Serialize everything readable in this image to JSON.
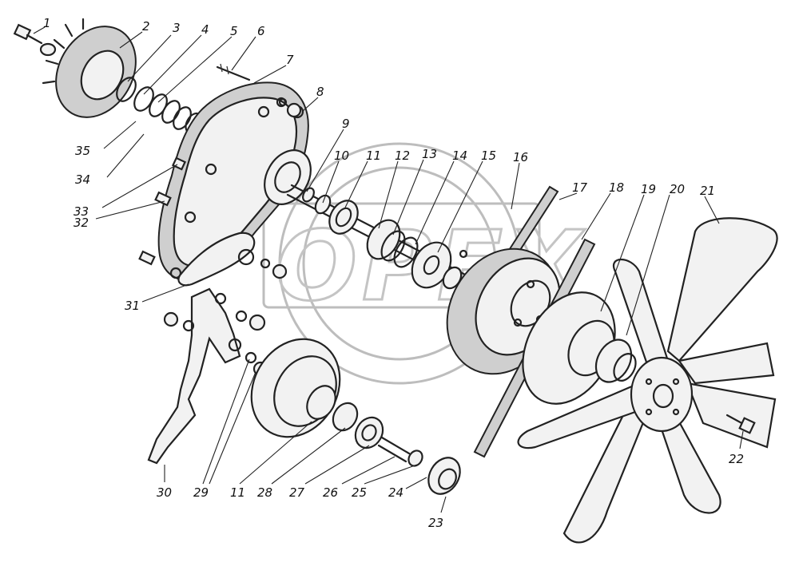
{
  "watermark": {
    "text": "OPEX"
  },
  "callouts": [
    {
      "id": "c1",
      "text": "1"
    },
    {
      "id": "c2",
      "text": "2"
    },
    {
      "id": "c3",
      "text": "3"
    },
    {
      "id": "c4",
      "text": "4"
    },
    {
      "id": "c5",
      "text": "5"
    },
    {
      "id": "c6",
      "text": "6"
    },
    {
      "id": "c7",
      "text": "7"
    },
    {
      "id": "c8",
      "text": "8"
    },
    {
      "id": "c9",
      "text": "9"
    },
    {
      "id": "c10",
      "text": "10"
    },
    {
      "id": "c11a",
      "text": "11"
    },
    {
      "id": "c12",
      "text": "12"
    },
    {
      "id": "c13",
      "text": "13"
    },
    {
      "id": "c14",
      "text": "14"
    },
    {
      "id": "c15",
      "text": "15"
    },
    {
      "id": "c16",
      "text": "16"
    },
    {
      "id": "c17",
      "text": "17"
    },
    {
      "id": "c18",
      "text": "18"
    },
    {
      "id": "c19",
      "text": "19"
    },
    {
      "id": "c20",
      "text": "20"
    },
    {
      "id": "c21",
      "text": "21"
    },
    {
      "id": "c22",
      "text": "22"
    },
    {
      "id": "c23",
      "text": "23"
    },
    {
      "id": "c24",
      "text": "24"
    },
    {
      "id": "c25",
      "text": "25"
    },
    {
      "id": "c26",
      "text": "26"
    },
    {
      "id": "c27",
      "text": "27"
    },
    {
      "id": "c28",
      "text": "28"
    },
    {
      "id": "c11b",
      "text": "11"
    },
    {
      "id": "c29",
      "text": "29"
    },
    {
      "id": "c30",
      "text": "30"
    },
    {
      "id": "c31",
      "text": "31"
    },
    {
      "id": "c32",
      "text": "32"
    },
    {
      "id": "c33",
      "text": "33"
    },
    {
      "id": "c34",
      "text": "34"
    },
    {
      "id": "c35",
      "text": "35"
    }
  ]
}
